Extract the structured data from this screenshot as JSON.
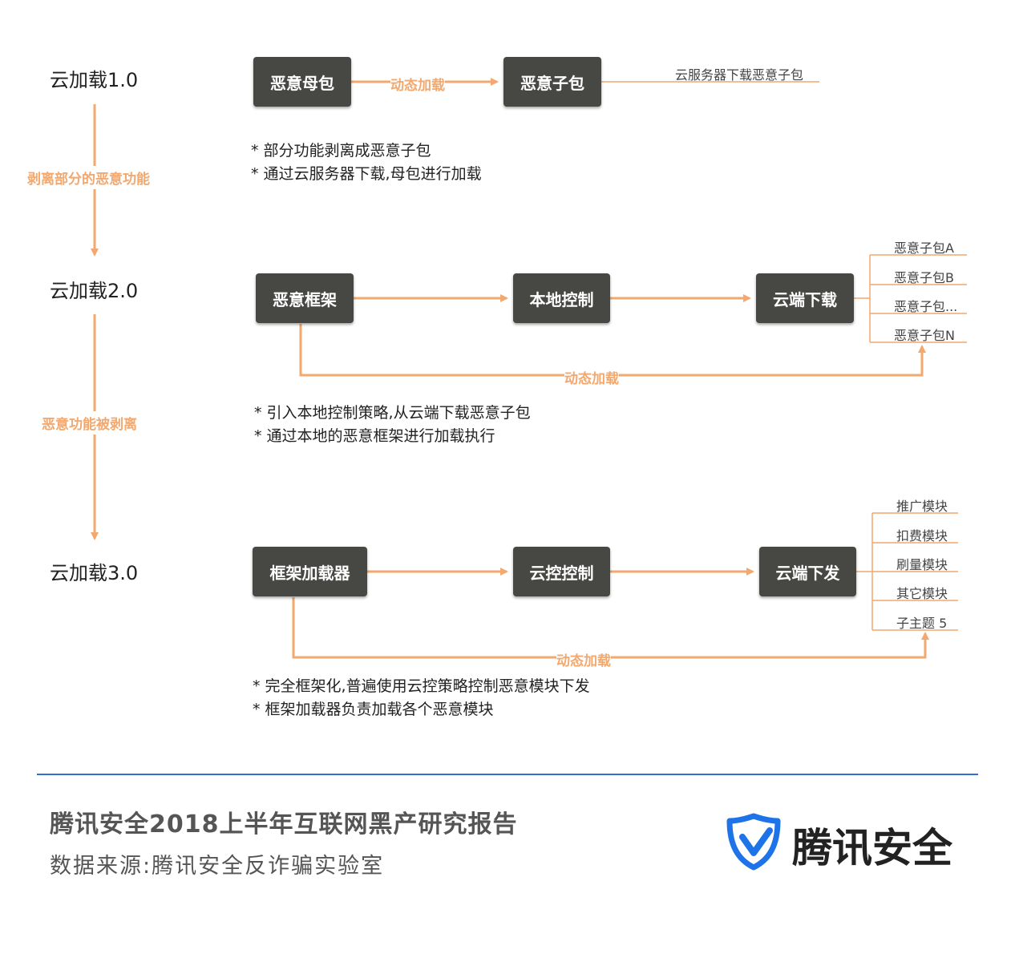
{
  "stages": [
    {
      "title": "云加载1.0"
    },
    {
      "title": "云加载2.0"
    },
    {
      "title": "云加载3.0"
    }
  ],
  "transitions": [
    "剥离部分的恶意功能",
    "恶意功能被剥离"
  ],
  "v1": {
    "box_a": "恶意母包",
    "box_b": "恶意子包",
    "arrow_label": "动态加载",
    "side_label": "云服务器下载恶意子包",
    "bullets": [
      "* 部分功能剥离成恶意子包",
      "* 通过云服务器下载,母包进行加载"
    ]
  },
  "v2": {
    "box_a": "恶意框架",
    "box_b": "本地控制",
    "box_c": "云端下载",
    "loop_label": "动态加载",
    "subs": [
      "恶意子包A",
      "恶意子包B",
      "恶意子包...",
      "恶意子包N"
    ],
    "bullets": [
      "* 引入本地控制策略,从云端下载恶意子包",
      "* 通过本地的恶意框架进行加载执行"
    ]
  },
  "v3": {
    "box_a": "框架加载器",
    "box_b": "云控控制",
    "box_c": "云端下发",
    "loop_label": "动态加载",
    "subs": [
      "推广模块",
      "扣费模块",
      "刷量模块",
      "其它模块",
      "子主题 5"
    ],
    "bullets": [
      "* 完全框架化,普遍使用云控策略控制恶意模块下发",
      "* 框架加载器负责加载各个恶意模块"
    ]
  },
  "footer": {
    "title": "腾讯安全2018上半年互联网黑产研究报告",
    "source": "数据来源:腾讯安全反诈骗实验室",
    "brand": "腾讯安全"
  },
  "colors": {
    "accent": "#f2a86e",
    "box": "#474744",
    "divider": "#2f6fd0",
    "logo": "#1e73e8"
  }
}
